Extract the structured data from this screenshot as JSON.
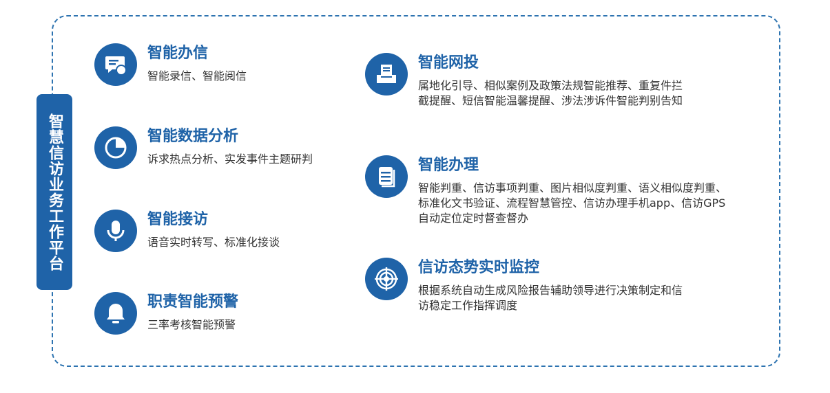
{
  "side_label": "智慧信访业务工作平台",
  "left_items": [
    {
      "icon": "chat-bubble-icon",
      "title": "智能办信",
      "desc": "智能录信、智能阅信"
    },
    {
      "icon": "pie-chart-icon",
      "title": "智能数据分析",
      "desc": "诉求热点分析、实发事件主题研判"
    },
    {
      "icon": "microphone-icon",
      "title": "智能接访",
      "desc": "语音实时转写、标准化接谈"
    },
    {
      "icon": "bell-icon",
      "title": "职责智能预警",
      "desc": "三率考核智能预警"
    }
  ],
  "right_items": [
    {
      "icon": "inbox-tray-icon",
      "title": "智能网投",
      "desc": "属地化引导、相似案例及政策法规智能推荐、重复件拦\n截提醒、短信智能温馨提醒、涉法涉诉件智能判别告知"
    },
    {
      "icon": "documents-icon",
      "title": "智能办理",
      "desc": "智能判重、信访事项判重、图片相似度判重、语义相似度判重、\n标准化文书验证、流程智慧管控、信访办理手机app、信访GPS\n自动定位定时督查督办"
    },
    {
      "icon": "target-icon",
      "title": "信访态势实时监控",
      "desc": "根据系统自动生成风险报告辅助领导进行决策制定和信\n访稳定工作指挥调度"
    }
  ]
}
